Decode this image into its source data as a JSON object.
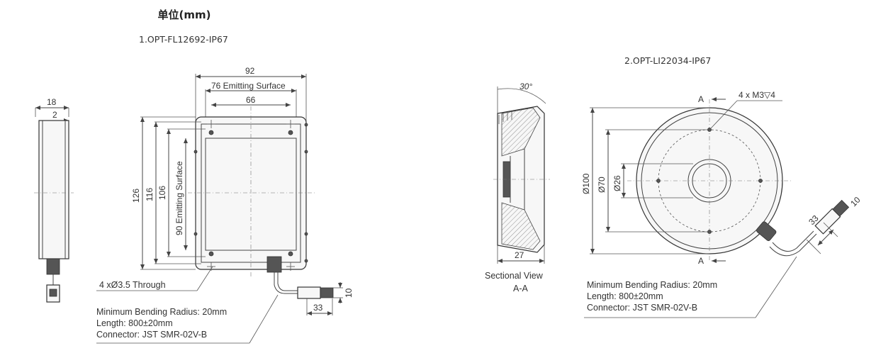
{
  "unit_title": "单位(mm)",
  "drawing1": {
    "title": "1.OPT-FL12692-IP67",
    "dims": {
      "d18": "18",
      "d2": "2",
      "d92": "92",
      "d76": "76 Emitting Surface",
      "d66": "66",
      "d126": "126",
      "d116": "116",
      "d106": "106",
      "d90": "90  Emitting Surface",
      "d33": "33",
      "d10": "10"
    },
    "hole_note": "4 xØ3.5 Through",
    "notes": [
      "Minimum Bending Radius: 20mm",
      "Length: 800±20mm",
      "Connector: JST SMR-02V-B"
    ]
  },
  "drawing2": {
    "title": "2.OPT-LI22034-IP67",
    "dims": {
      "angle": "30°",
      "d27": "27",
      "d100": "Ø100",
      "d70": "Ø70",
      "d26": "Ø26",
      "thread": "4 x M3▽4",
      "d33": "33",
      "d10": "10",
      "section_a": "A"
    },
    "section_caption": [
      "Sectional View",
      "A-A"
    ],
    "notes": [
      "Minimum Bending Radius: 20mm",
      "Length: 800±20mm",
      "Connector: JST SMR-02V-B"
    ]
  }
}
